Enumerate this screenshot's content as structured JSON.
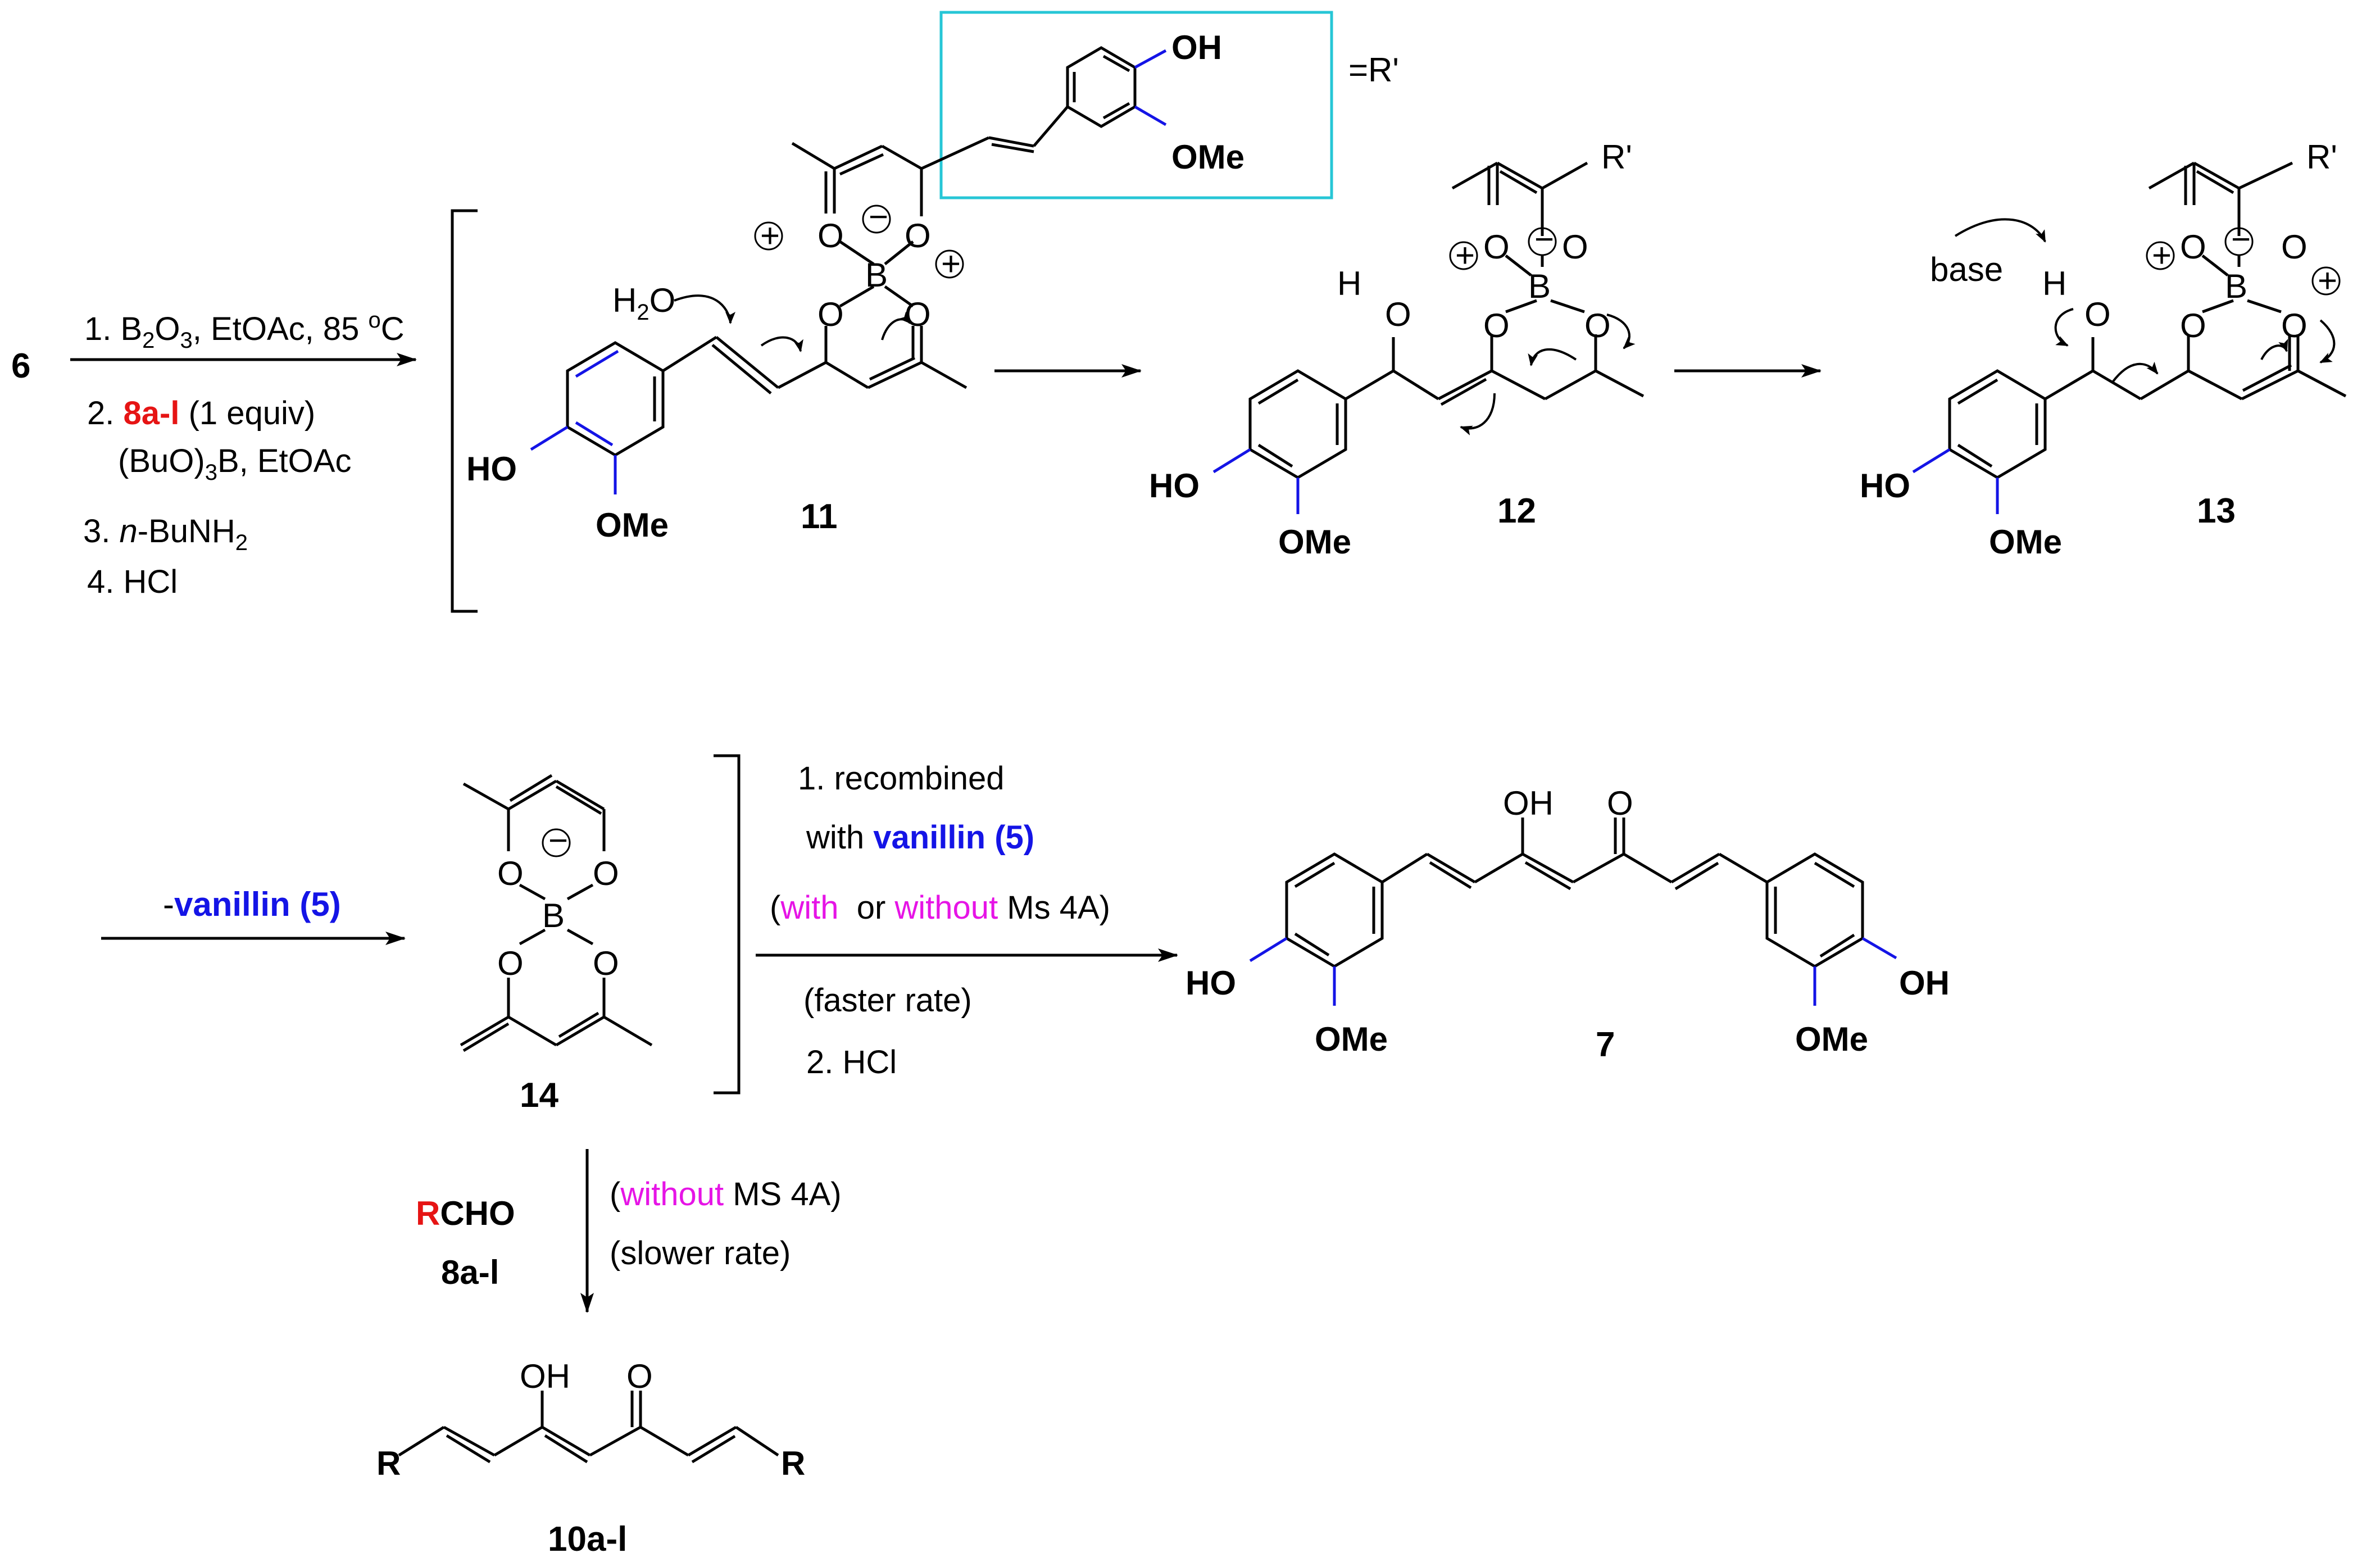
{
  "colors": {
    "blue": "#1414e6",
    "red": "#e61414",
    "magenta": "#e614e6",
    "box": "#26c6d6",
    "black": "#000000"
  },
  "atoms": {
    "oh": "OH",
    "ho": "HO",
    "ome": "OMe",
    "o": "O",
    "b": "B",
    "h": "H",
    "rprime": "R'",
    "eq_rprime": "=R'",
    "r": "R",
    "cho": "CHO",
    "plus": "+",
    "minus": "−"
  },
  "compounds": {
    "c6": "6",
    "c7": "7",
    "c11": "11",
    "c12": "12",
    "c13": "13",
    "c14": "14",
    "c10": "10a-l"
  },
  "conditions_step1": {
    "line1_a": "1. B",
    "line1_sub": "2",
    "line1_b": "O",
    "line1_sub2": "3",
    "line1_c": ", EtOAc, 85 ",
    "line1_sup": "o",
    "line1_d": "C",
    "line2_a": "2. ",
    "line2_red": "8a-l",
    "line2_b": " (1 equiv)",
    "line3_a": "(BuO)",
    "line3_sub": "3",
    "line3_b": "B, EtOAc",
    "line4_a": "3. ",
    "line4_italic": "n",
    "line4_b": "-BuNH",
    "line4_sub": "2",
    "line5": "4. HCl"
  },
  "h2o": {
    "h": "H",
    "sub": "2",
    "o": "O"
  },
  "base": "base",
  "minus_vanillin": {
    "dash": "-",
    "text": "vanillin (5)"
  },
  "conditions_to7": {
    "line1": "1. recombined",
    "line2_a": "with ",
    "line2_blue": "vanillin (5)",
    "line3_open": "(",
    "line3_with": "with",
    "line3_or": "  or ",
    "line3_without": "without",
    "line3_close": " Ms 4A)",
    "line4": "(faster rate)",
    "line5": "2. HCl"
  },
  "conditions_to10": {
    "rcho_r": "R",
    "rcho_rest": "CHO",
    "label": "8a-l",
    "line1_open": "(",
    "line1_without": "without",
    "line1_close": " MS 4A)",
    "line2": "(slower rate)"
  }
}
